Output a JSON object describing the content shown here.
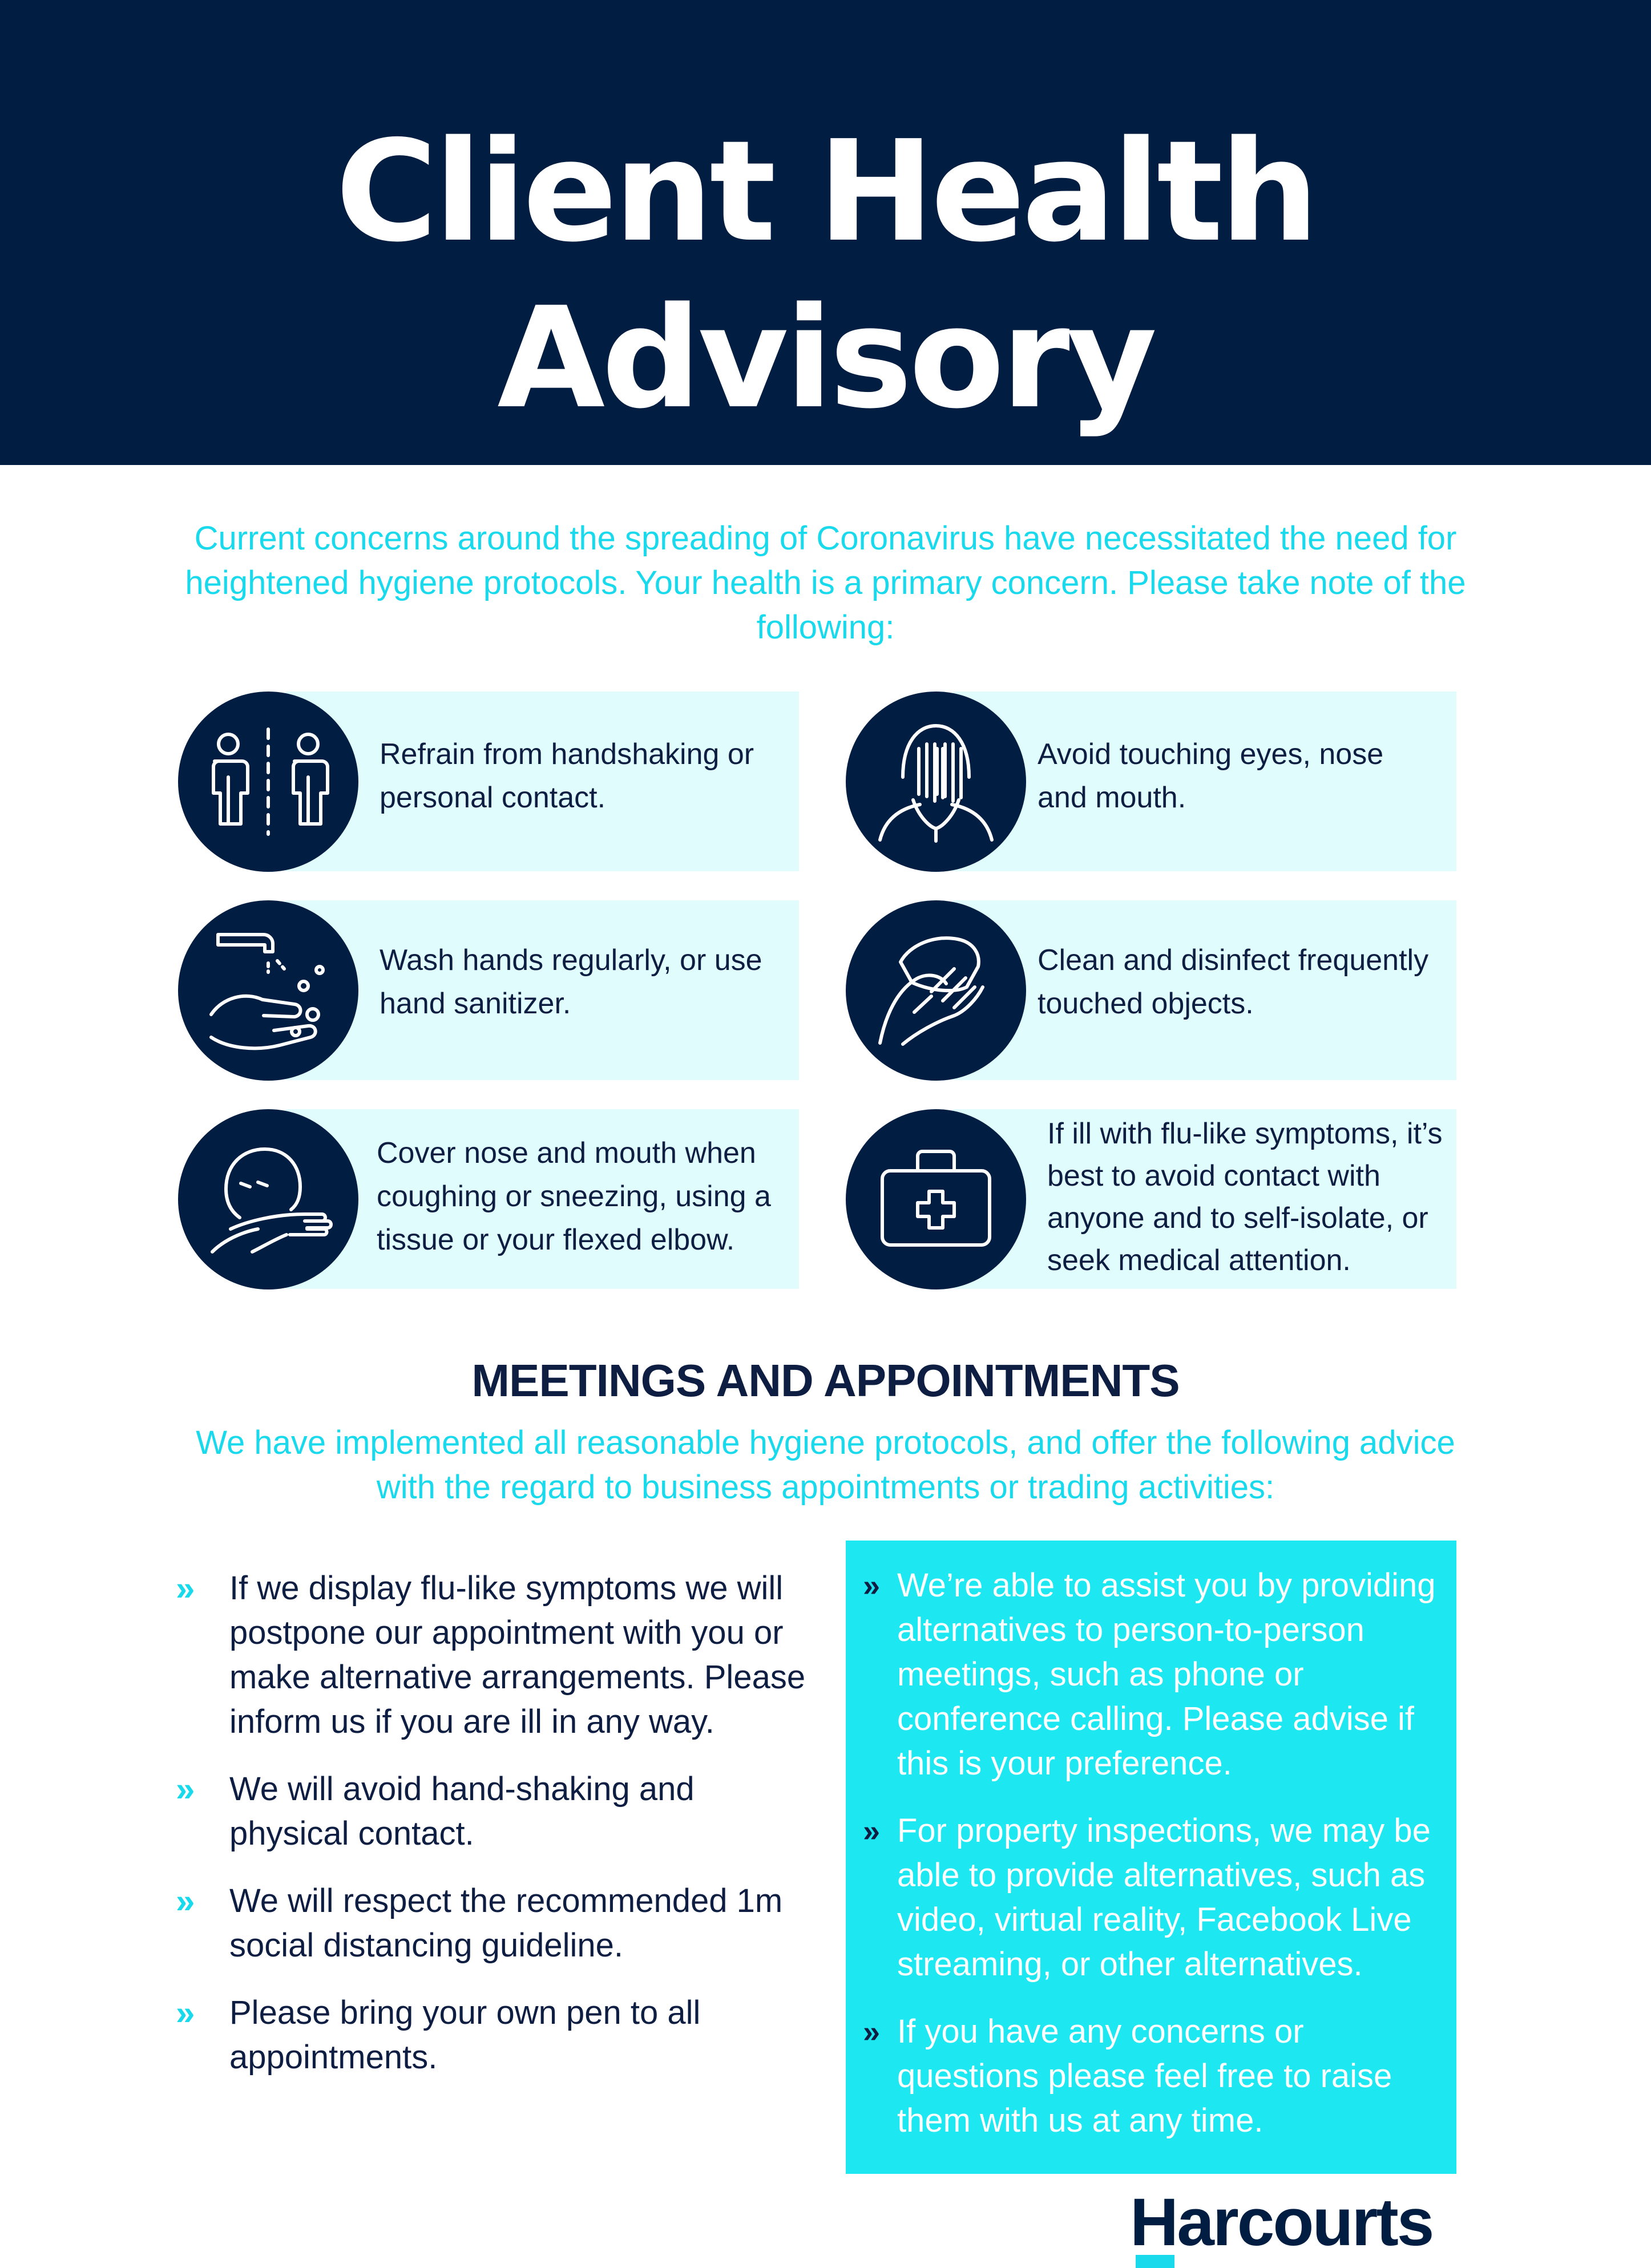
{
  "header": {
    "title_line1": "Client Health",
    "title_line2": "Advisory"
  },
  "intro": "Current concerns around the spreading of Coronavirus have necessitated the need for heightened hygiene protocols. Your health is a primary concern. Please take note of the following:",
  "tips": [
    {
      "icon": "no-contact-icon",
      "text": "Refrain from handshaking or personal contact."
    },
    {
      "icon": "face-touch-icon",
      "text": "Avoid touching eyes, nose and mouth."
    },
    {
      "icon": "hand-washing-icon",
      "text": "Wash hands regularly, or use hand sanitizer."
    },
    {
      "icon": "cleaning-icon",
      "text": "Clean and disinfect frequently touched objects."
    },
    {
      "icon": "cough-elbow-icon",
      "text": "Cover nose and mouth when coughing or sneezing, using a tissue or your flexed elbow."
    },
    {
      "icon": "first-aid-kit-icon",
      "text": "If ill with flu-like symptoms, it’s best to avoid contact with anyone and to self-isolate, or seek medical attention."
    }
  ],
  "meetings": {
    "heading": "MEETINGS AND APPOINTMENTS",
    "intro": "We have implemented all reasonable hygiene protocols, and offer the following advice with the regard to business appointments or trading activities:",
    "bullet_symbol": "»",
    "left": [
      "If we display flu-like symptoms we will postpone our appointment with you or make alternative arrangements. Please inform us if you are ill in any way.",
      "We will avoid hand-shaking and physical contact.",
      "We will respect the recommended 1m social distancing guideline.",
      "Please bring your own pen to all appointments."
    ],
    "right": [
      "We’re able to assist you by providing alternatives to person-to-person meetings, such as phone or conference calling.  Please advise if this is your preference.",
      "For property inspections, we may be able to provide alternatives, such as video, virtual reality, Facebook Live streaming, or other alternatives.",
      "If you have any concerns or questions please feel free to raise them with us at any time."
    ]
  },
  "brand": {
    "name": "Harcourts"
  },
  "colors": {
    "navy": "#021d42",
    "cyan": "#19d9ec",
    "panel": "#1de8f2",
    "tip_bg": "#e0fcfd"
  }
}
